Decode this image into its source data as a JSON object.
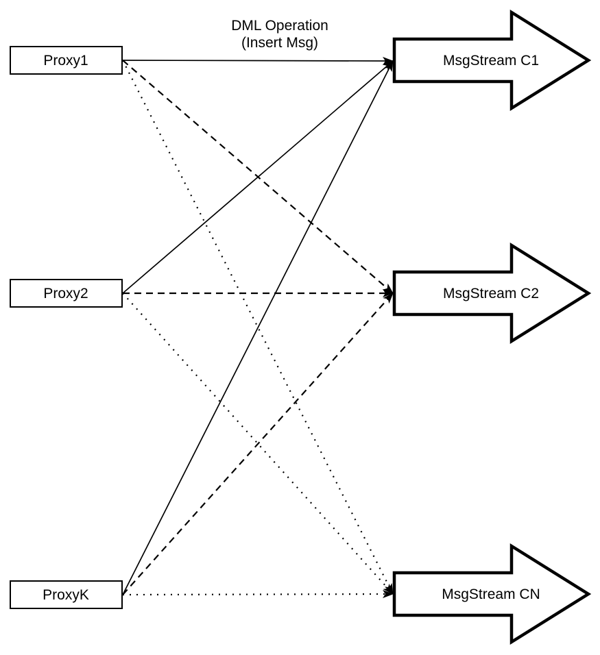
{
  "diagram": {
    "background_color": "#ffffff",
    "line_color": "#000000",
    "annotation": {
      "line1": "DML Operation",
      "line2": "(Insert Msg)"
    },
    "proxies": [
      {
        "id": "proxy1",
        "label": "Proxy1"
      },
      {
        "id": "proxy2",
        "label": "Proxy2"
      },
      {
        "id": "proxyk",
        "label": "ProxyK"
      }
    ],
    "streams": [
      {
        "id": "c1",
        "label": "MsgStream C1"
      },
      {
        "id": "c2",
        "label": "MsgStream C2"
      },
      {
        "id": "cn",
        "label": "MsgStream CN"
      }
    ],
    "edges": [
      {
        "from": "proxy1",
        "to": "c1",
        "style": "solid"
      },
      {
        "from": "proxy2",
        "to": "c1",
        "style": "solid"
      },
      {
        "from": "proxyk",
        "to": "c1",
        "style": "solid"
      },
      {
        "from": "proxy1",
        "to": "c2",
        "style": "dashed"
      },
      {
        "from": "proxy2",
        "to": "c2",
        "style": "dashed"
      },
      {
        "from": "proxyk",
        "to": "c2",
        "style": "dashed"
      },
      {
        "from": "proxy1",
        "to": "cn",
        "style": "dotted"
      },
      {
        "from": "proxy2",
        "to": "cn",
        "style": "dotted"
      },
      {
        "from": "proxyk",
        "to": "cn",
        "style": "dotted"
      }
    ]
  }
}
